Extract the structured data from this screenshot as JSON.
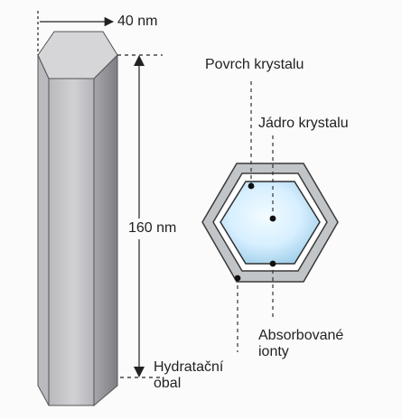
{
  "labels": {
    "width": "40 nm",
    "height": "160 nm",
    "surface": "Povrch krystalu",
    "core": "Jádro krystalu",
    "absorbed_line1": "Absorbované",
    "absorbed_line2": "ionty",
    "hydration_line1": "Hydratační",
    "hydration_line2": "obal"
  },
  "colors": {
    "prism_front": "#c8c8cc",
    "prism_side": "#8e8e94",
    "prism_top": "#dadadd",
    "hydration_shell": "#bfc3c6",
    "crystal_core_light": "#eef8ff",
    "crystal_core_dark": "#9ccde8"
  }
}
